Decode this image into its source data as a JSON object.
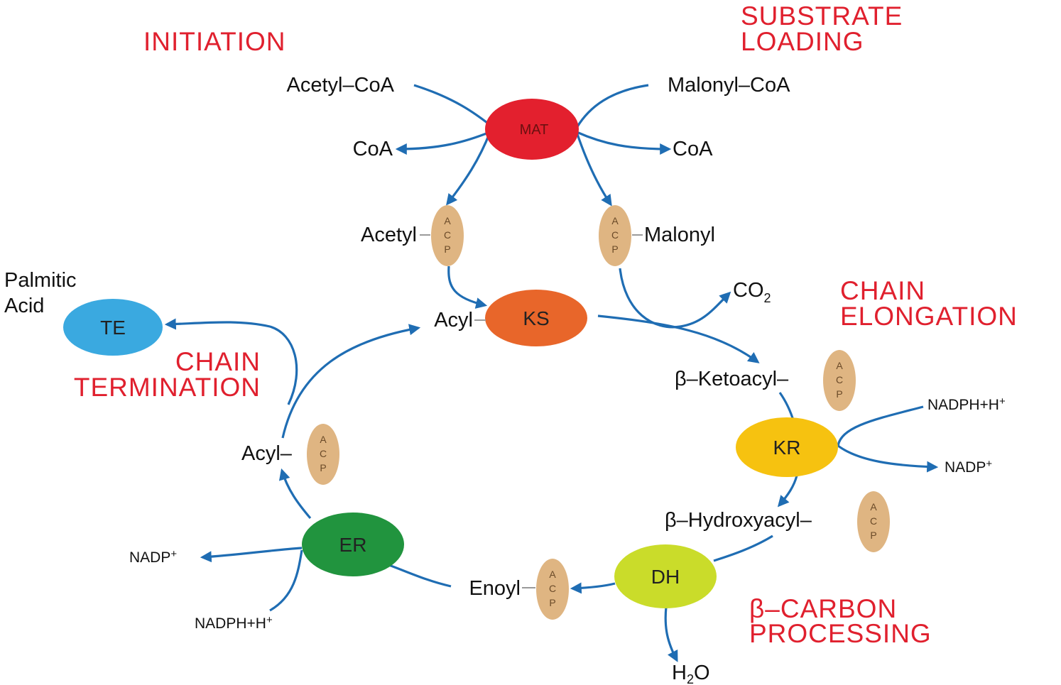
{
  "stages": {
    "initiation": [
      "INITIATION"
    ],
    "substrate_loading": [
      "SUBSTRATE",
      "LOADING"
    ],
    "chain_elongation": [
      "CHAIN",
      "ELONGATION"
    ],
    "chain_termination": [
      "CHAIN",
      "TERMINATION"
    ],
    "beta_carbon_processing": [
      "β–CARBON",
      "PROCESSING"
    ]
  },
  "enzymes": {
    "mat": "MAT",
    "ks": "KS",
    "kr": "KR",
    "dh": "DH",
    "er": "ER",
    "te": "TE"
  },
  "acp": [
    "A",
    "C",
    "P"
  ],
  "compounds": {
    "acetyl_coa": "Acetyl–CoA",
    "malonyl_coa": "Malonyl–CoA",
    "coa": "CoA",
    "acetyl": "Acetyl",
    "malonyl": "Malonyl",
    "acyl": "Acyl",
    "co2_main": "CO",
    "co2_sub": "2",
    "palmitic_acid": [
      "Palmitic",
      "Acid"
    ],
    "beta_ketoacyl": "β–Ketoacyl",
    "beta_hydroxyacyl": "β–Hydroxyacyl",
    "enoyl": "Enoyl",
    "nadph_h": "NADPH+H",
    "nadp": "NADP",
    "plus": "+",
    "h2o_h": "H",
    "h2o_sub": "2",
    "h2o_o": "O",
    "dash": "–"
  },
  "colors": {
    "mat": "#e3202e",
    "ks": "#e8662a",
    "kr": "#f6c210",
    "dh": "#cadc2a",
    "er": "#21943e",
    "te": "#3aa9e0",
    "acp": "#dfb582",
    "stage_label": "#e0202e",
    "arrow": "#1f6db3"
  }
}
